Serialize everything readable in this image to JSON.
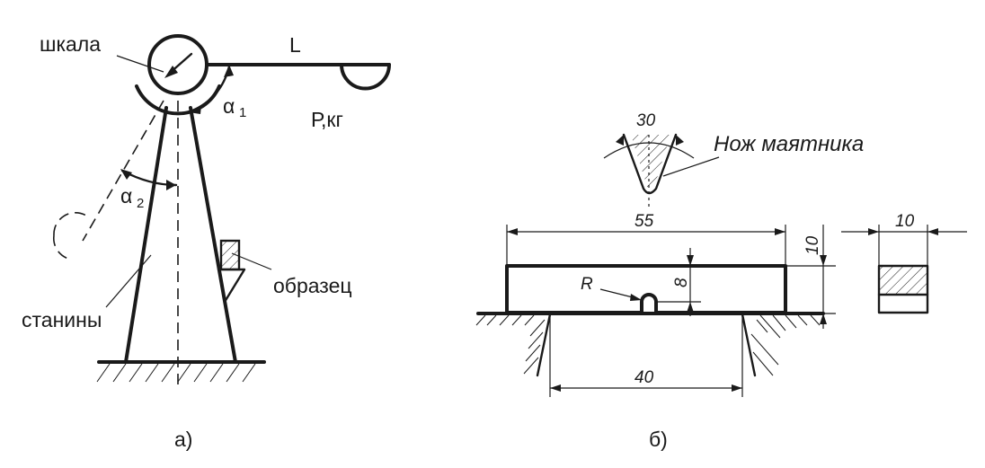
{
  "labels": {
    "scale": "шкала",
    "length": "L",
    "alpha1_base": "α",
    "alpha1_sub": "1",
    "alpha2_base": "α",
    "alpha2_sub": "2",
    "weight": "Р,кг",
    "specimen": "образец",
    "frame": "станины",
    "caption_a": "а)",
    "caption_b": "б)",
    "knife": "Нож маятника"
  },
  "dimensions": {
    "knife_angle": "30",
    "length": "55",
    "height": "10",
    "width": "10",
    "notch_depth": "8",
    "notch_radius": "R",
    "support_span": "40"
  }
}
